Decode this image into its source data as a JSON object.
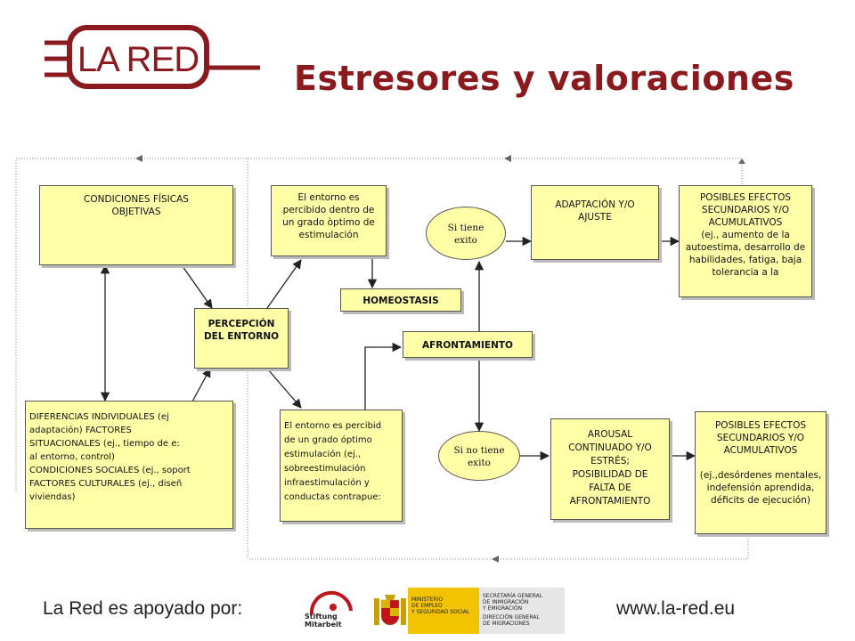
{
  "header": {
    "logo_text": "LA RED",
    "title": "Estresores y valoraciones"
  },
  "diagram": {
    "boxes": {
      "condiciones": "CONDICIONES FÍSICAS\nOBJETIVAS",
      "entorno_optimo": "El entorno es\npercibido dentro de\nun grado òptimo de\nestimulación",
      "adaptacion": "ADAPTACIÓN Y/O\nAJUSTE",
      "efectos_positivos": "POSIBLES EFECTOS\nSECUNDARIOS Y/O\nACUMULATIVOS\n(ej., aumento de la\nautoestima, desarrollo de\nhabilidades, fatiga, baja\ntolerancia a la",
      "homeostasis": "HOMEOSTASIS",
      "percepcion": "PERCEPCIÓN\nDEL ENTORNO",
      "afrontamiento": "AFRONTAMIENTO",
      "diferencias": "DIFERENCIAS INDIVIDUALES        (ej\n      adaptación)         FACTORES\nSITUACIONALES      (ej., tiempo de e:\n  al entorno, control)\nCONDICIONES SOCIALES  (ej., soport\n  FACTORES CULTURALES (ej., diseñ\n              viviendas)",
      "entorno_fuera": "El entorno es percibid\nde un grado óptimo\nestimulación (ej.,\nsobreestimulación\ninfraestimulación y\nconductas contrapue:",
      "arousal": "AROUSAL\nCONTINUADO Y/O\nESTRÉS;\nPOSIBILIDAD DE\nFALTA DE\nAFRONTAMIENTO",
      "efectos_negativos": "POSIBLES EFECTOS\nSECUNDARIOS Y/O\nACUMULATIVOS\n\n(ej.,desórdenes mentales,\nindefensión aprendida,\ndéficits de ejecución)"
    },
    "ovals": {
      "si_exito": "Si  tiene\nexito",
      "no_exito": "Si  no tiene\nexito"
    },
    "colors": {
      "box_fill": "#ffffa8",
      "title_red": "#8b1a1f"
    }
  },
  "footer": {
    "supported_by": "La Red es apoyado por:",
    "stiftung_name": "Stiftung\nMitarbeit",
    "ministerio_main": "MINISTERIO\nDE EMPLEO\nY SEGURIDAD SOCIAL",
    "ministerio_sec1": "SECRETARÍA GENERAL\nDE INMIGRACIÓN\nY EMIGRACIÓN",
    "ministerio_sec2": "DIRECCIÓN GENERAL\nDE MIGRACIONES",
    "website": "www.la-red.eu"
  }
}
